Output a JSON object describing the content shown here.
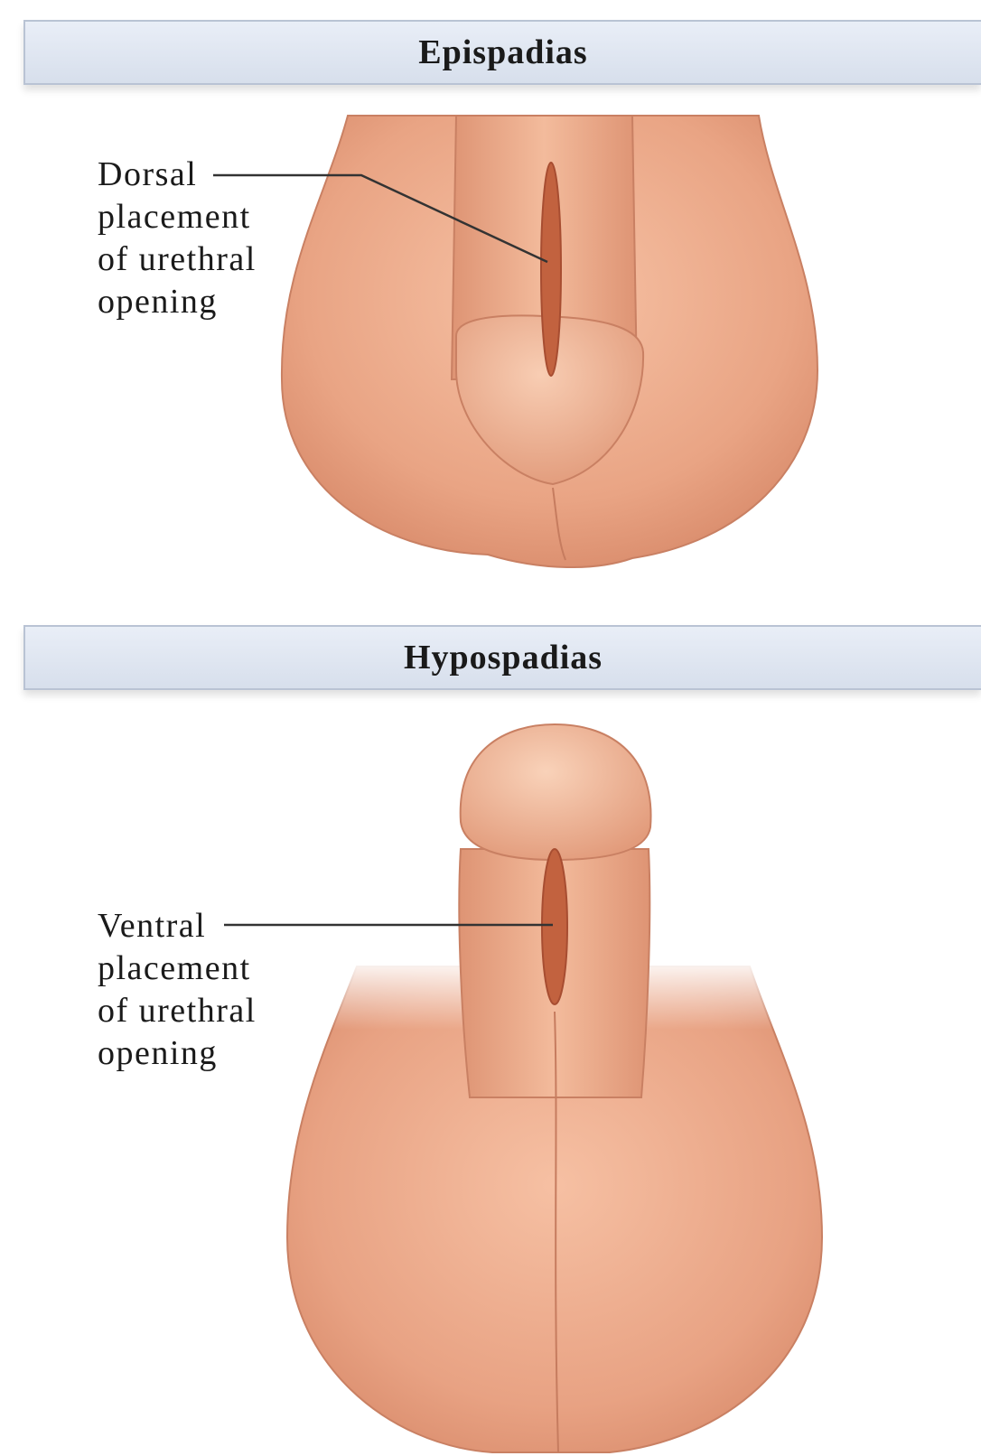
{
  "epispadias": {
    "title": "Epispadias",
    "label_lines": [
      "Dorsal",
      "placement",
      "of urethral",
      "opening"
    ]
  },
  "hypospadias": {
    "title": "Hypospadias",
    "label_lines": [
      "Ventral",
      "placement",
      "of urethral",
      "opening"
    ]
  },
  "colors": {
    "skin": "#e9a98a",
    "skin_dark": "#cf8466",
    "opening": "#c0583e",
    "header_bg": "#dde4f0",
    "leader_line": "#333333"
  }
}
